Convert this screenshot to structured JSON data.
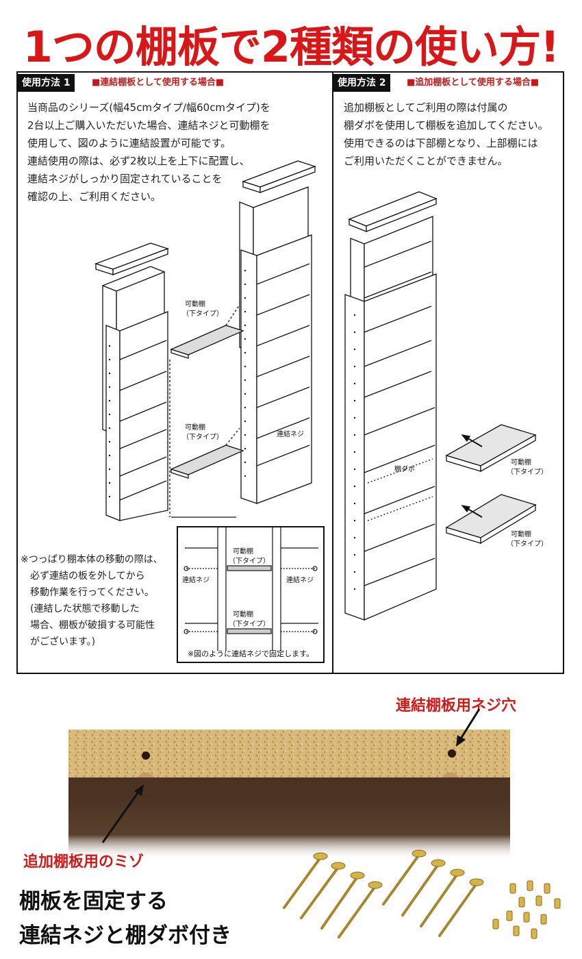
{
  "headline": "1つの棚板で2種類の使い方!",
  "method1": {
    "tag": "使用方法 1",
    "subtitle": "■連結棚板として使用する場合■",
    "lines": [
      "当商品のシリーズ(幅45cmタイプ/幅60cmタイプ)を",
      "2台以上ご購入いただいた場合、連結ネジと可動棚を",
      "使用して、図のように連結設置が可能です。",
      "連結使用の際は、必ず2枚以上を上下に配置し、",
      "連結ネジがしっかり固定されていることを",
      "確認の上、ご利用ください。"
    ],
    "label_shelf_upper": "可動棚",
    "label_shelf_upper_sub": "（下タイプ）",
    "label_shelf_lower": "可動棚",
    "label_shelf_lower_sub": "（下タイプ）",
    "label_screw": "連結ネジ",
    "notes": [
      "※つっぱり棚本体の移動の際は、",
      "　必ず連結の板を外してから",
      "　移動作業を行ってください。",
      "　(連結した状態で移動した",
      "　場合、棚板が破損する可能性",
      "　がございます。)"
    ],
    "inset": {
      "shelf_top": "可動棚",
      "shelf_top_sub": "（下タイプ）",
      "shelf_bottom": "可動棚",
      "shelf_bottom_sub": "（下タイプ）",
      "screw_left": "連結ネジ",
      "screw_right": "連結ネジ",
      "caption": "※図のように連結ネジで固定します。"
    }
  },
  "method2": {
    "tag": "使用方法 2",
    "subtitle": "■追加棚板として使用する場合■",
    "lines": [
      "追加棚板としてご利用の際は付属の",
      "棚ダボを使用して棚板を追加してください。",
      "使用できるのは下部棚となり、上部棚には",
      "ご利用いただくことができません。"
    ],
    "label_dowel": "棚ダボ",
    "label_shelf_upper": "可動棚",
    "label_shelf_upper_sub": "（下タイプ）",
    "label_shelf_lower": "可動棚",
    "label_shelf_lower_sub": "（下タイプ）"
  },
  "photo": {
    "hole_label": "連結棚板用ネジ穴",
    "groove_label": "追加棚板用のミゾ",
    "headline_line1": "棚板を固定する",
    "headline_line2": "連結ネジと棚ダボ付き"
  },
  "colors": {
    "accent_red": "#d81818",
    "panel_border": "#111111",
    "board_wood": "#4a3322",
    "board_chip": "#d9b97a"
  }
}
